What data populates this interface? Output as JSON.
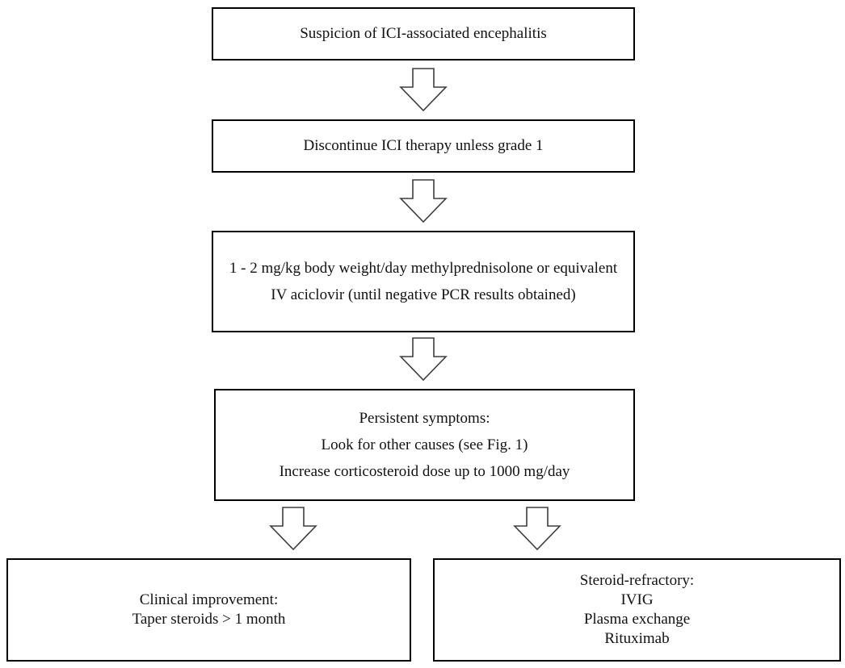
{
  "diagram": {
    "type": "flowchart",
    "boxes": [
      {
        "id": "suspicion",
        "lines": [
          "Suspicion of ICI-associated encephalitis"
        ]
      },
      {
        "id": "discontinue",
        "lines": [
          "Discontinue ICI therapy unless grade 1"
        ]
      },
      {
        "id": "steroids",
        "lines": [
          "1 - 2 mg/kg body weight/day methylprednisolone or equivalent",
          "IV aciclovir (until negative PCR results obtained)"
        ]
      },
      {
        "id": "persistent",
        "lines": [
          "Persistent symptoms:",
          "Look for other causes (see Fig. 1)",
          "Increase corticosteroid dose up to 1000 mg/day"
        ]
      },
      {
        "id": "improvement",
        "lines": [
          "Clinical improvement:",
          "Taper steroids > 1 month"
        ]
      },
      {
        "id": "refractory",
        "lines": [
          "Steroid-refractory:",
          "IVIG",
          "Plasma exchange",
          "Rituximab"
        ]
      }
    ],
    "connectors": [
      {
        "from": "suspicion",
        "to": "discontinue",
        "type": "down-block-arrow"
      },
      {
        "from": "discontinue",
        "to": "steroids",
        "type": "down-block-arrow"
      },
      {
        "from": "steroids",
        "to": "persistent",
        "type": "down-block-arrow"
      },
      {
        "from": "persistent",
        "to": "improvement",
        "type": "down-block-arrow"
      },
      {
        "from": "persistent",
        "to": "refractory",
        "type": "down-block-arrow"
      }
    ],
    "colors": {
      "background": "#ffffff",
      "box_fill": "#ffffff",
      "box_border": "#000000",
      "text": "#111111",
      "arrow_outline": "#3d3d3d"
    }
  }
}
